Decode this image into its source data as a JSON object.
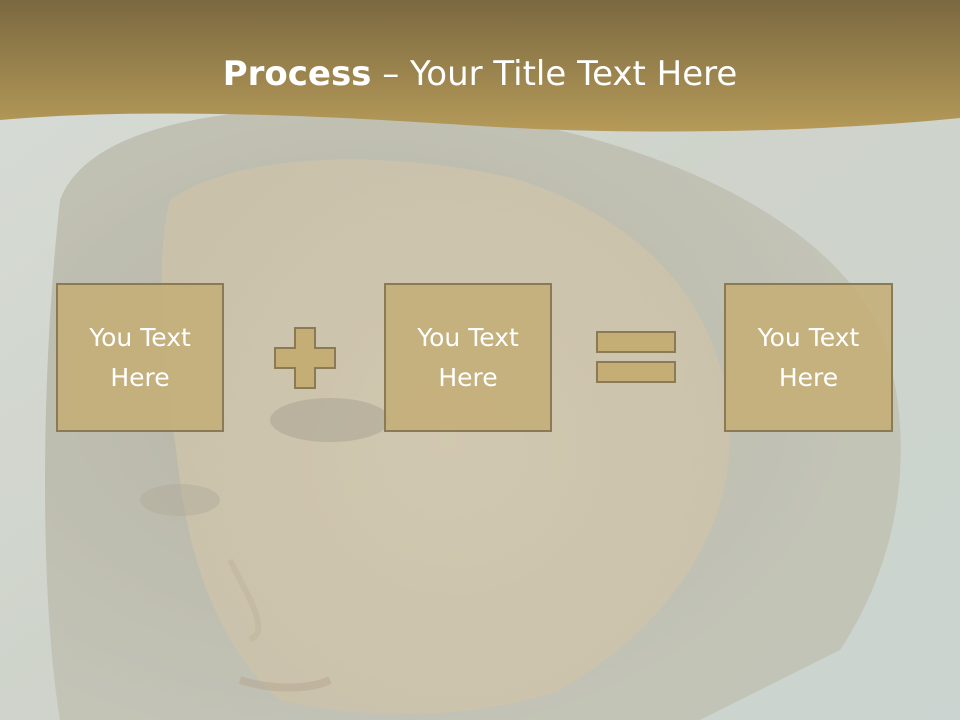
{
  "slide": {
    "title_bold": "Process",
    "title_rest": " – Your Title Text Here",
    "boxes": [
      {
        "text": "You Text\nHere"
      },
      {
        "text": "You Text\nHere"
      },
      {
        "text": "You Text\nHere"
      }
    ],
    "operators": [
      "plus-icon",
      "equals-icon"
    ]
  },
  "colors": {
    "header_dark": "#7a6840",
    "header_light": "#b59a58",
    "box_fill": "#c4ae76",
    "box_border": "#8a7a56",
    "background_tint": "#cfd6d0"
  }
}
